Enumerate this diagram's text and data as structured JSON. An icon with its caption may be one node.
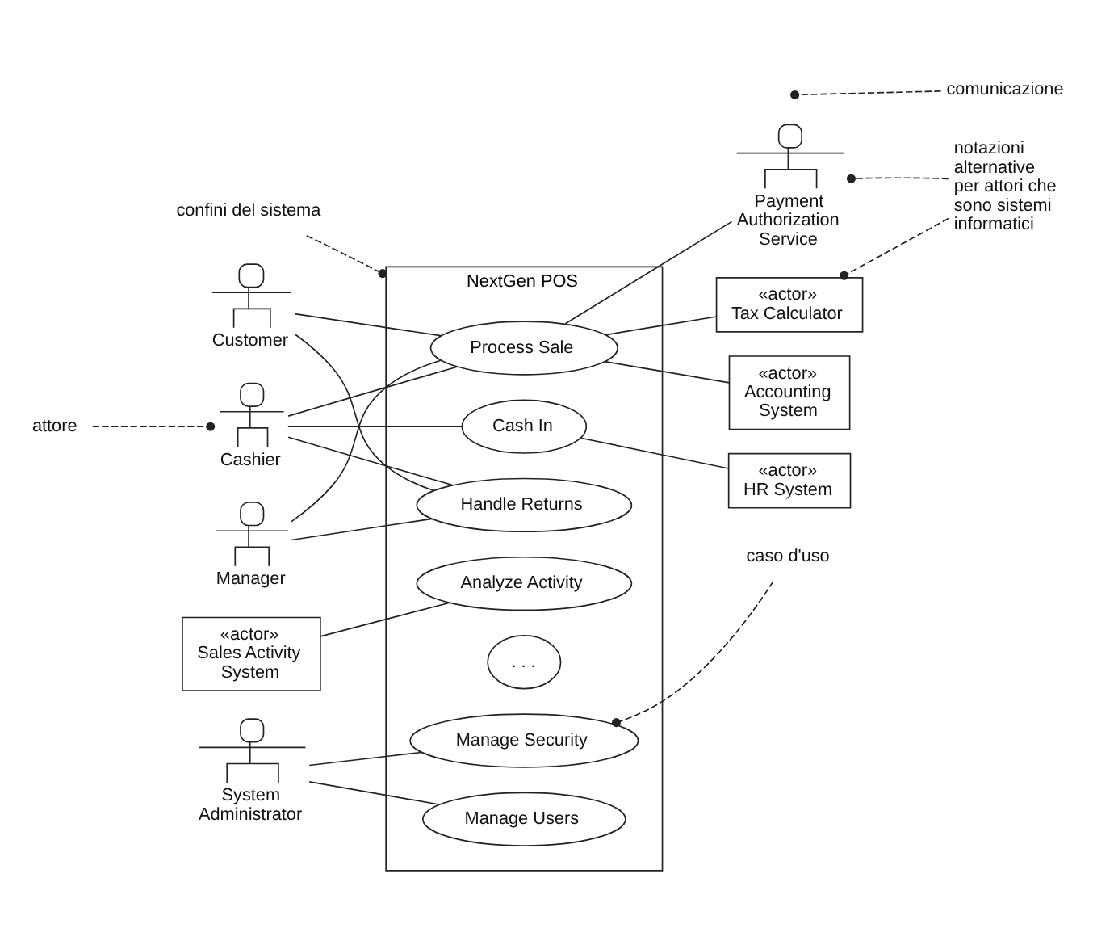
{
  "diagram": {
    "nodes": [
      {
        "text": [
          "confini del sistema"
        ]
      },
      {
        "text": [
          "NextGen POS"
        ]
      },
      {
        "text": [
          "Process Sale"
        ],
        "in": 1
      },
      {
        "text": [
          "Handle Returns"
        ],
        "in": 1
      },
      {
        "text": [
          "Cash In"
        ],
        "in": 1
      },
      {
        "text": [
          "Analyze Activity"
        ],
        "in": 1
      },
      {
        "text": [
          "Manage Security"
        ],
        "in": 1
      },
      {
        "text": [
          "Manage Users"
        ],
        "in": 1
      },
      {
        "text": [
          ". . ."
        ],
        "in": 1
      },
      {
        "text": [
          "comunicazione"
        ]
      },
      {
        "text": [
          "Customer"
        ]
      },
      {
        "text": [
          "Payment Authorization Service"
        ]
      },
      {
        "text": [
          "notazioni alternative per attori che sono sistemi informatici"
        ]
      },
      {
        "text": [
          "attore"
        ]
      },
      {
        "text": [
          "Cashier"
        ]
      },
      {
        "text": [
          "«actor»",
          "Tax Calculator"
        ]
      },
      {
        "text": [
          "Manager"
        ]
      },
      {
        "text": [
          "«actor»",
          "Accounting System"
        ]
      },
      {
        "text": [
          "«actor»",
          "Sales Activity System"
        ]
      },
      {
        "text": [
          "«actor»",
          "HR System"
        ]
      },
      {
        "text": [
          "System Administrator"
        ]
      },
      {
        "text": [
          "caso d'uso"
        ]
      }
    ],
    "edges": [
      {
        "from": 10,
        "to": 2,
        "arrow": "none"
      },
      {
        "from": 10,
        "to": 3,
        "arrow": "none"
      },
      {
        "from": 14,
        "to": 2,
        "arrow": "none"
      },
      {
        "from": 14,
        "to": 3,
        "arrow": "none"
      },
      {
        "from": 14,
        "to": 4,
        "arrow": "none"
      },
      {
        "from": 16,
        "to": 2,
        "arrow": "none"
      },
      {
        "from": 16,
        "to": 3,
        "arrow": "none"
      },
      {
        "from": 2,
        "to": 11,
        "arrow": "none"
      },
      {
        "from": 2,
        "to": 15,
        "arrow": "none"
      },
      {
        "from": 2,
        "to": 17,
        "arrow": "none"
      },
      {
        "from": 4,
        "to": 19,
        "arrow": "none"
      },
      {
        "from": 18,
        "to": 5,
        "arrow": "none"
      },
      {
        "from": 20,
        "to": 6,
        "arrow": "none"
      },
      {
        "from": 20,
        "to": 7,
        "arrow": "none"
      },
      {
        "from": 0,
        "to": 1,
        "arrow": "other",
        "style": "dashed"
      },
      {
        "from": 13,
        "to": 14,
        "arrow": "other",
        "style": "dashed"
      },
      {
        "from": 9,
        "to": null,
        "arrow": "other",
        "style": "dashed"
      },
      {
        "from": 12,
        "to": 11,
        "arrow": "other",
        "style": "dashed"
      },
      {
        "from": 12,
        "to": 15,
        "arrow": "other",
        "style": "dashed"
      },
      {
        "from": 21,
        "to": 6,
        "arrow": "other",
        "style": "dashed"
      }
    ]
  }
}
